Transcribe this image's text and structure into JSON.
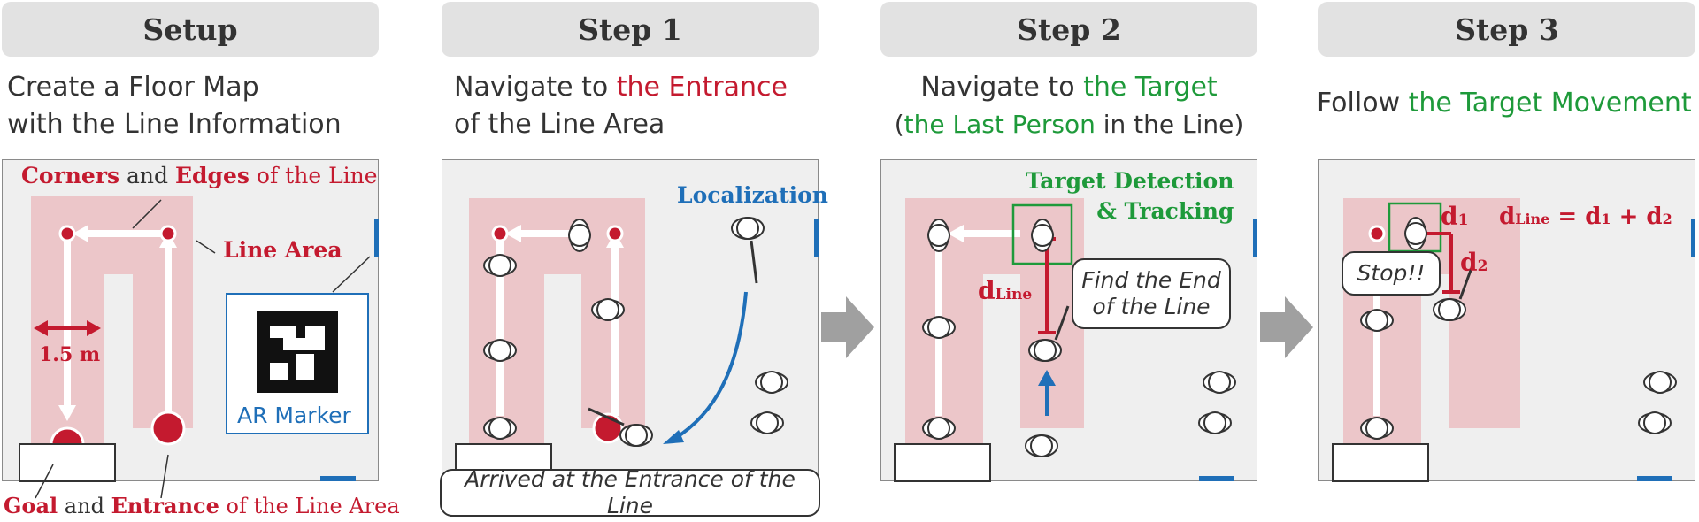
{
  "colors": {
    "line_area": "#ecc6c9",
    "accent_red": "#c41a2f",
    "accent_green": "#1e9a3a",
    "accent_blue": "#1f6fb8",
    "header_bg": "#e2e2e2",
    "map_bg": "#efefef"
  },
  "panels": [
    {
      "header": "Setup",
      "subtitle": {
        "l1": "Create a Floor Map",
        "l2": "with the Line Information"
      },
      "labels": {
        "corners": "Corners",
        "and1": " and ",
        "edges": "Edges",
        "of_line": " of the Line",
        "line_area": "Line Area",
        "width": "1.5 m",
        "ar_marker": "AR Marker",
        "goal": "Goal",
        "and2": " and ",
        "entrance": "Entrance",
        "of_area": " of the Line Area"
      }
    },
    {
      "header": "Step 1",
      "subtitle": {
        "l1a": "Navigate to ",
        "l1b": "the Entrance",
        "l2": "of the Line Area"
      },
      "labels": {
        "localization": "Localization",
        "bubble": "Arrived at the Entrance of the Line"
      }
    },
    {
      "header": "Step 2",
      "subtitle": {
        "l1a": "Navigate to ",
        "l1b": "the Target",
        "l2a": "(",
        "l2b": "the Last Person",
        "l2c": " in the Line)"
      },
      "labels": {
        "detect1": "Target Detection",
        "detect2": "& Tracking",
        "dline_d": "d",
        "dline_sub": "Line",
        "bubble1": "Find the End",
        "bubble2": "of the Line"
      }
    },
    {
      "header": "Step 3",
      "subtitle": {
        "l1a": "Follow ",
        "l1b": "the Target Movement"
      },
      "labels": {
        "d1": "d",
        "d1_sub": "1",
        "d2": "d",
        "d2_sub": "2",
        "eq_d": "d",
        "eq_sub": "Line",
        "eq_rest": " = d",
        "eq_s1": "1",
        "eq_plus": " + d",
        "eq_s2": "2",
        "bubble": "Stop!!"
      }
    }
  ]
}
